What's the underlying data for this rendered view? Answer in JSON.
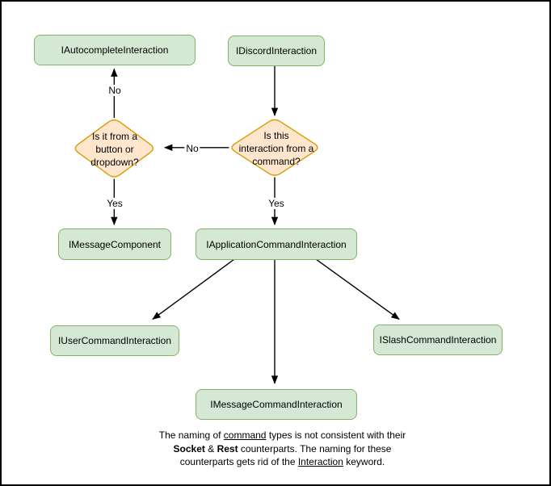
{
  "diagram": {
    "type": "flowchart",
    "colors": {
      "node_fill": "#d5e8d4",
      "node_border": "#82b366",
      "decision_fill": "#ffe6cc",
      "decision_border": "#d79b00",
      "edge": "#000000",
      "background": "#ffffff",
      "frame_border": "#000000"
    },
    "nodes": [
      {
        "id": "autocomplete-interaction",
        "label": "IAutocompleteInteraction"
      },
      {
        "id": "discord-interaction",
        "label": "IDiscordInteraction"
      },
      {
        "id": "message-component",
        "label": "IMessageComponent"
      },
      {
        "id": "application-command-interaction",
        "label": "IApplicationCommandInteraction"
      },
      {
        "id": "user-command-interaction",
        "label": "IUserCommandInteraction"
      },
      {
        "id": "slash-command-interaction",
        "label": "ISlashCommandInteraction"
      },
      {
        "id": "message-command-interaction",
        "label": "IMessageCommandInteraction"
      }
    ],
    "decisions": [
      {
        "id": "button-or-dropdown",
        "lines": [
          "Is it from a",
          "button or",
          "dropdown?"
        ]
      },
      {
        "id": "interaction-from-command",
        "lines": [
          "Is this",
          "interaction from a",
          "command?"
        ]
      }
    ],
    "edge_labels": {
      "no_to_autocomplete": "No",
      "no_between_decisions": "No",
      "yes_to_message_component": "Yes",
      "yes_to_application_command": "Yes"
    },
    "note": {
      "lines": [
        {
          "segments": [
            {
              "text": "The naming of "
            },
            {
              "text": "command"
            },
            {
              "text": " types is not consistent with their"
            }
          ]
        },
        {
          "segments": [
            {
              "text": "Socket"
            },
            {
              "text": " & "
            },
            {
              "text": "Rest"
            },
            {
              "text": " counterparts. The naming for these"
            }
          ]
        },
        {
          "segments": [
            {
              "text": "counterparts gets rid of the "
            },
            {
              "text": "Interaction"
            },
            {
              "text": " keyword."
            }
          ]
        }
      ]
    }
  }
}
